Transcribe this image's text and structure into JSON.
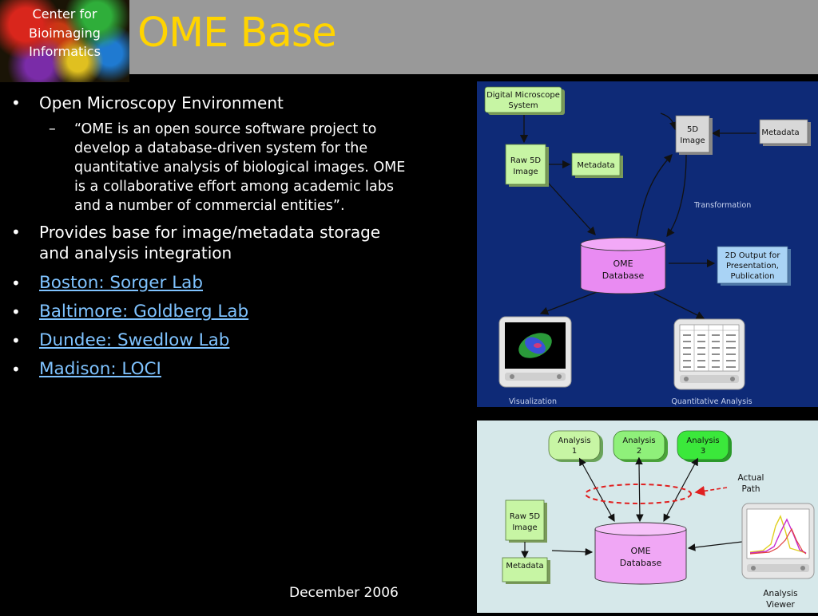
{
  "slide": {
    "title": "OME Base",
    "logo_text": [
      "Center for",
      "Bioimaging",
      "Informatics"
    ],
    "footer_date": "December 2006",
    "bullets": [
      {
        "text": "Open Microscopy Environment"
      },
      {
        "text": "Provides base for image/metadata storage and analysis integration"
      }
    ],
    "subbullet": "“OME is an open source software project to develop a database-driven system for the quantitative analysis of biological images. OME is a collaborative effort among academic labs and a number of commercial entities”.",
    "links": [
      "Boston: Sorger Lab",
      "Baltimore: Goldberg Lab",
      "Dundee: Swedlow Lab",
      "Madison: LOCI"
    ]
  },
  "diagram_top": {
    "digital_microscope": [
      "Digital Microscope",
      "System"
    ],
    "raw5d": [
      "Raw 5D",
      "Image"
    ],
    "metadata_left": "Metadata",
    "image5d": [
      "5D",
      "Image"
    ],
    "metadata_right": "Metadata",
    "transformation": "Transformation",
    "database": [
      "OME",
      "Database"
    ],
    "output2d": [
      "2D Output for",
      "Presentation,",
      "Publication"
    ],
    "visualization": "Visualization",
    "quant_analysis": "Quantitative Analysis"
  },
  "diagram_bottom": {
    "analysis": [
      [
        "Analysis",
        "1"
      ],
      [
        "Analysis",
        "2"
      ],
      [
        "Analysis",
        "3"
      ]
    ],
    "actual_path": [
      "Actual",
      "Path"
    ],
    "raw5d": [
      "Raw 5D",
      "Image"
    ],
    "metadata": "Metadata",
    "database": [
      "OME",
      "Database"
    ],
    "analysis_viewer": [
      "Analysis",
      "Viewer"
    ]
  },
  "colors": {
    "title": "#ffd400",
    "link": "#7fc3ff",
    "top_diagram_bg": "#0e2a77",
    "bottom_diagram_bg": "#d6e8ea",
    "db_fill": "#e98bf2",
    "green_box": "#c7f5a4",
    "blue_box": "#a9d3f5",
    "grey_box": "#d8d8d8"
  }
}
